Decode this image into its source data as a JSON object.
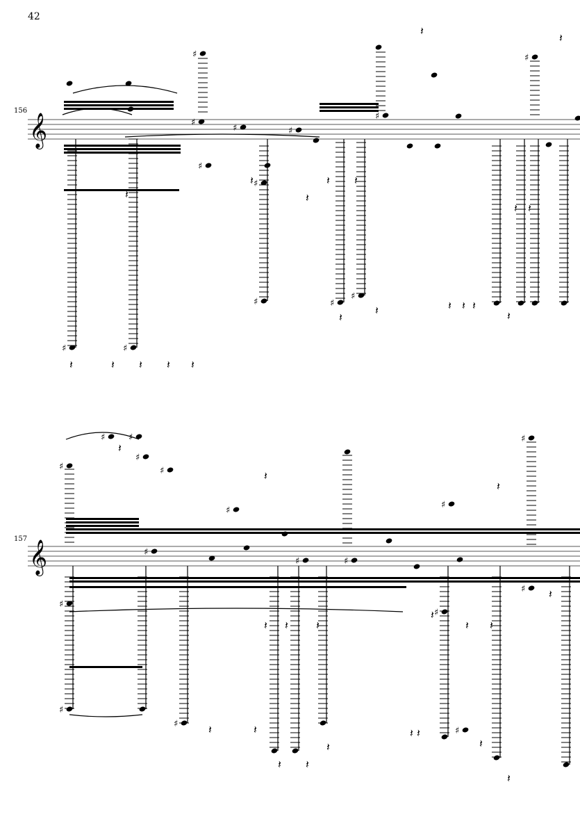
{
  "page": {
    "number": "42"
  },
  "systems": [
    {
      "measure_number": "156"
    },
    {
      "measure_number": "157"
    }
  ],
  "colors": {
    "ink": "#000000",
    "staff": "#555555"
  }
}
